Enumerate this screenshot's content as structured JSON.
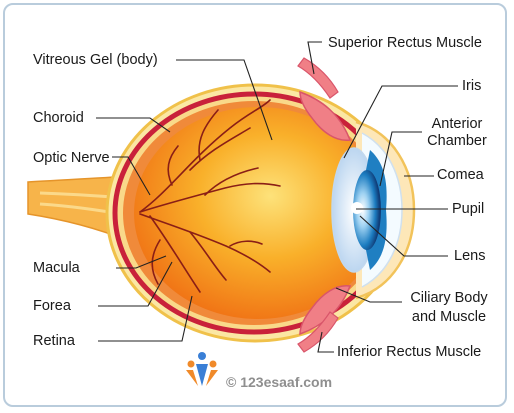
{
  "labels": {
    "vitreous_gel": "Vitreous Gel (body)",
    "choroid": "Choroid",
    "optic_nerve": "Optic Nerve",
    "macula": "Macula",
    "forea": "Forea",
    "retina": "Retina",
    "superior_rectus": "Superior Rectus Muscle",
    "iris": "Iris",
    "anterior_chamber_1": "Anterior",
    "anterior_chamber_2": "Chamber",
    "comea": "Comea",
    "pupil": "Pupil",
    "lens": "Lens",
    "ciliary_1": "Ciliary Body",
    "ciliary_2": "and Muscle",
    "inferior_rectus": "Inferior Rectus Muscle"
  },
  "watermark": "© 123esaaf.com",
  "colors": {
    "sclera": "#f6cf6a",
    "choroid": "#c9213a",
    "retina": "#f08a3a",
    "vitreous": "#f7a21a",
    "iris": "#1f7fc2",
    "lens": "#cfe3f7",
    "muscle": "#f07f86"
  }
}
